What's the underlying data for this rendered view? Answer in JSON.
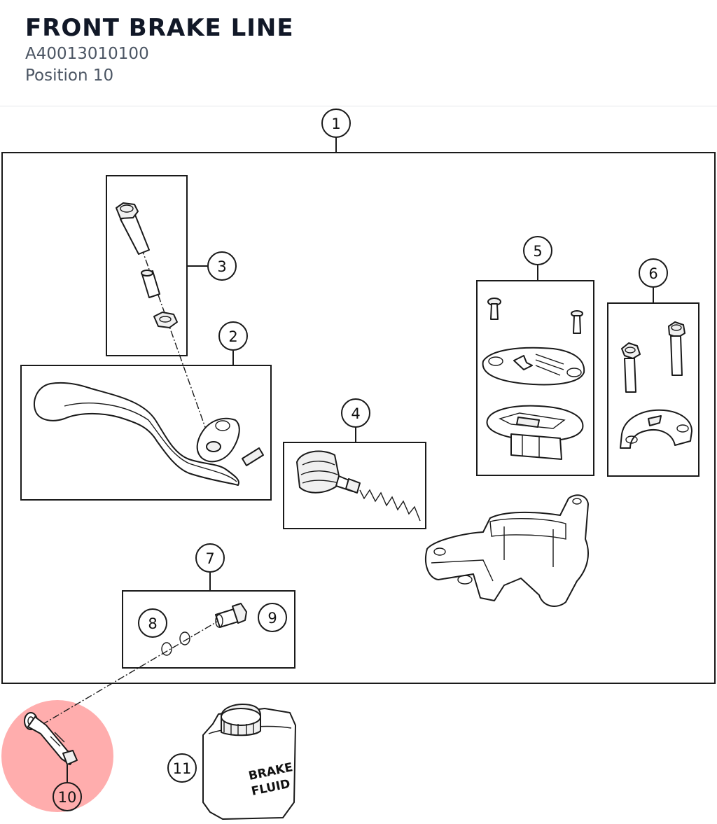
{
  "header": {
    "title": "FRONT BRAKE LINE",
    "part_number": "A40013010100",
    "position": "Position 10"
  },
  "diagram": {
    "callouts": [
      "1",
      "2",
      "3",
      "4",
      "5",
      "6",
      "7",
      "8",
      "9",
      "10",
      "11"
    ],
    "highlighted_callout": "10",
    "highlight_color": "#ff8a8a",
    "bottle_label_line1": "BRAKE",
    "bottle_label_line2": "FLUID"
  }
}
